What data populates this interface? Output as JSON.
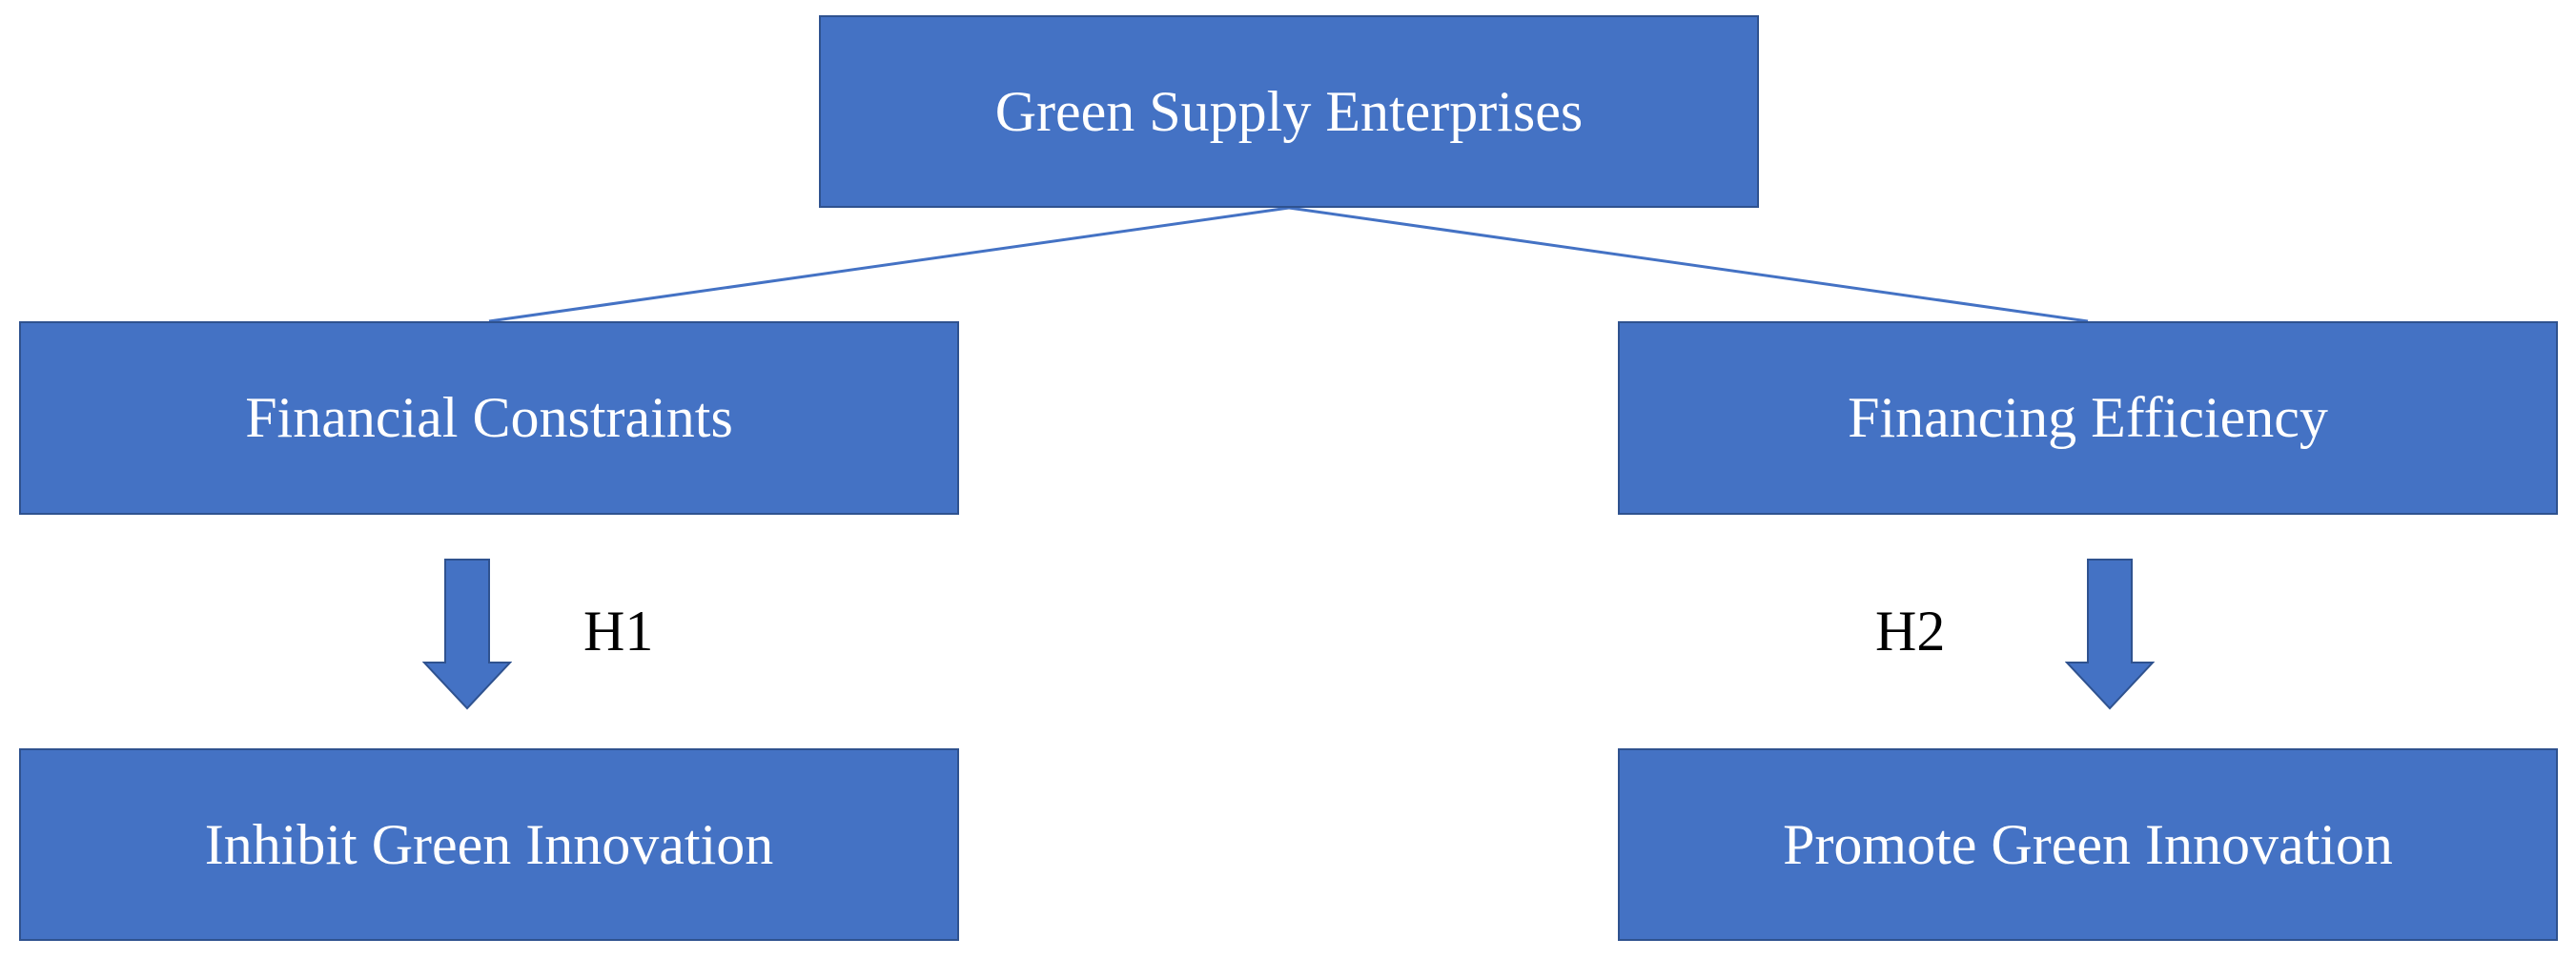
{
  "colors": {
    "box_fill": "#4472c4",
    "box_border": "#2f528f",
    "box_text": "#ffffff",
    "label_text": "#000000"
  },
  "diagram": {
    "top_node": "Green Supply Enterprises",
    "left_branch": {
      "mechanism": "Financial Constraints",
      "hypothesis": "H1",
      "outcome": "Inhibit Green Innovation"
    },
    "right_branch": {
      "mechanism": "Financing Efficiency",
      "hypothesis": "H2",
      "outcome": "Promote Green Innovation"
    }
  }
}
